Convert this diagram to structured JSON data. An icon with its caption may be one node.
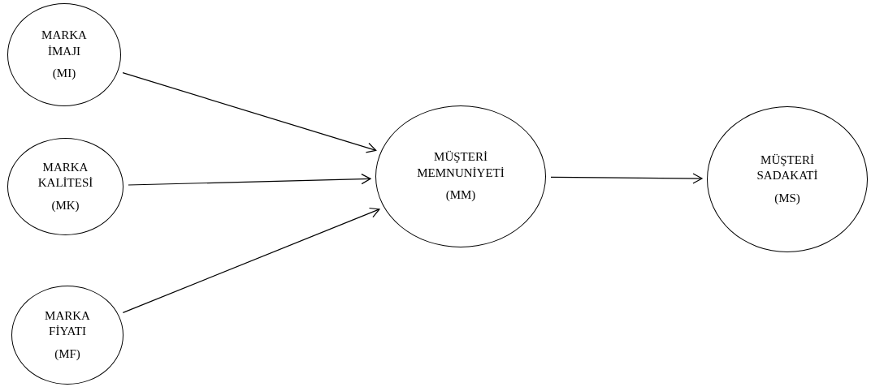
{
  "diagram": {
    "nodes": [
      {
        "text": [
          "MARKA İMAJI",
          "(MI)"
        ]
      },
      {
        "text": [
          "MARKA KALİTESİ",
          "(MK)"
        ]
      },
      {
        "text": [
          "MARKA FİYATI",
          "(MF)"
        ]
      },
      {
        "text": [
          "MÜŞTERİ MEMNUNİYETİ",
          "(MM)"
        ]
      },
      {
        "text": [
          "MÜŞTERİ SADAKATİ",
          "(MS)"
        ]
      }
    ],
    "edges": [
      {
        "from": 0,
        "to": 3,
        "arrow": "to"
      },
      {
        "from": 1,
        "to": 3,
        "arrow": "to"
      },
      {
        "from": 2,
        "to": 3,
        "arrow": "to"
      },
      {
        "from": 3,
        "to": 4,
        "arrow": "to"
      }
    ]
  }
}
